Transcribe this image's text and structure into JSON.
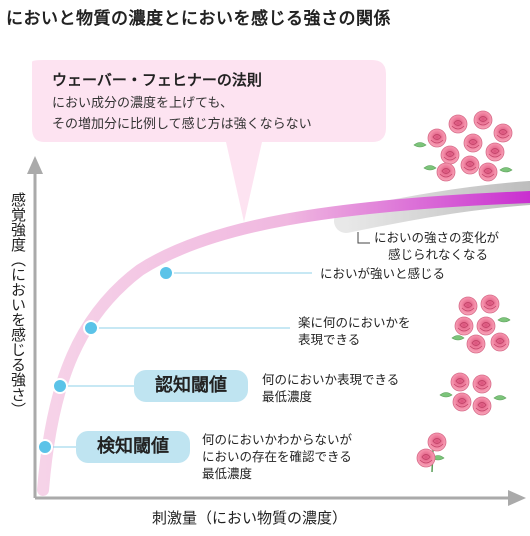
{
  "title": "においと物質の濃度とにおいを感じる強さの関係",
  "bubble": {
    "title": "ウェーバー・フェヒナーの法則",
    "line1": "におい成分の濃度を上げても、",
    "line2": "その増加分に比例して感じ方は強くならない"
  },
  "y_axis_label": "感覚強度（においを感じる強さ）",
  "x_axis_label": "刺激量（におい物質の濃度）",
  "thresholds": {
    "detection": "検知閾値",
    "recognition": "認知閾値"
  },
  "annotations": {
    "detection_l1": "何のにおいかわからないが",
    "detection_l2": "においの存在を確認できる",
    "detection_l3": "最低濃度",
    "recognition_l1": "何のにおいか表現できる",
    "recognition_l2": "最低濃度",
    "easy_l1": "楽に何のにおいかを",
    "easy_l2": "表現できる",
    "strong": "においが強いと感じる",
    "plateau_l1": "においの強さの変化が",
    "plateau_l2": "感じられなくなる"
  },
  "colors": {
    "curve_start": "#f6d3e8",
    "curve_end": "#c92fd0",
    "bubble_bg": "#fde3f1",
    "pill_bg": "#bfe4f1",
    "dot": "#5bc3e8",
    "axis": "#aaaaaa",
    "rose": "#f2839c"
  },
  "icons": [
    "rose-bouquet-large-icon",
    "rose-cluster-icon",
    "rose-small-cluster-icon",
    "rose-single-icon"
  ]
}
